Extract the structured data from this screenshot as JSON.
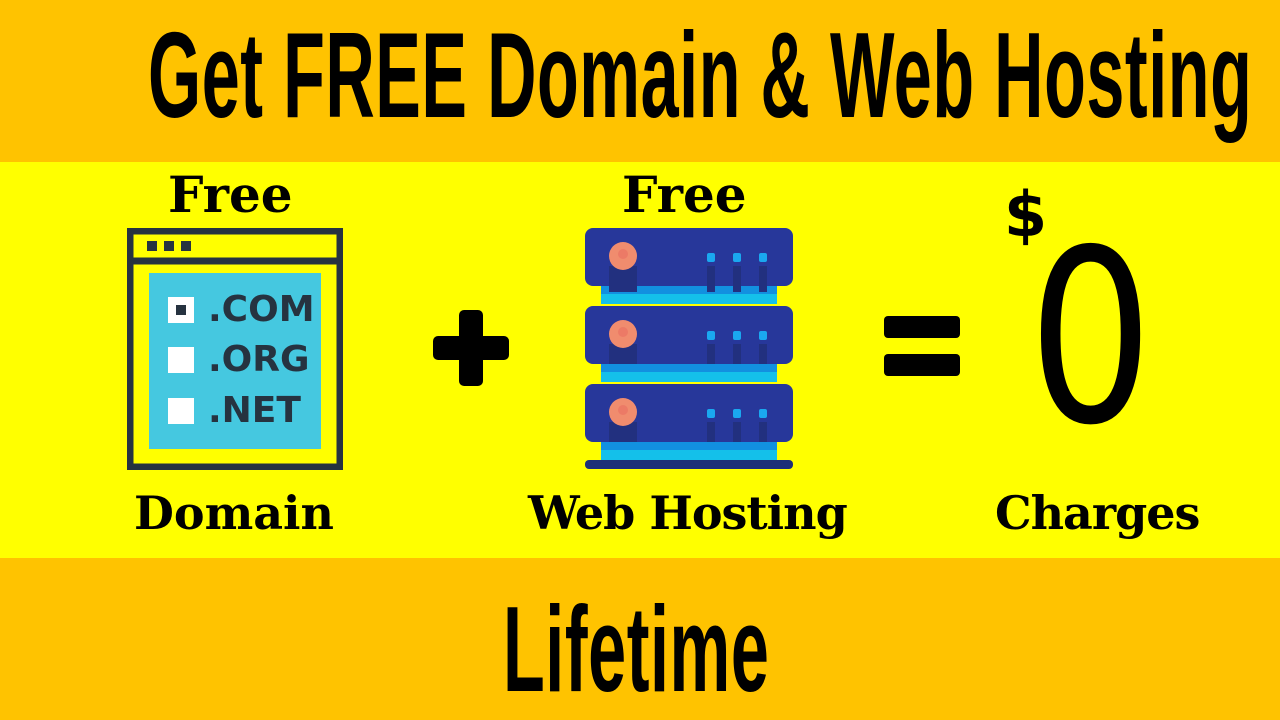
{
  "header": {
    "title": "Get FREE Domain & Web Hosting"
  },
  "footer": {
    "text": "Lifetime"
  },
  "main": {
    "domain": {
      "top_label": "Free",
      "bottom_label": "Domain",
      "icon": "browser-window-domain-icon",
      "options": [
        {
          "label": ".COM",
          "checked": true
        },
        {
          "label": ".ORG",
          "checked": false
        },
        {
          "label": ".NET",
          "checked": false
        }
      ]
    },
    "plus": {
      "symbol": "+",
      "icon": "plus-icon"
    },
    "hosting": {
      "top_label": "Free",
      "bottom_label": "Web Hosting",
      "icon": "server-rack-icon",
      "server_units": 3
    },
    "equals": {
      "symbol": "=",
      "icon": "equals-icon"
    },
    "price": {
      "currency": "$",
      "amount": "0",
      "label": "Charges"
    }
  },
  "colors": {
    "outer_band": "#FFC300",
    "inner_band": "#FFFF00",
    "browser_frame": "#263340",
    "browser_panel": "#45C8E0",
    "server_body": "#27379A",
    "server_gap": "#14B8E8",
    "server_led": "#F08C6E",
    "server_light": "#1AA8F0",
    "text": "#000000"
  }
}
